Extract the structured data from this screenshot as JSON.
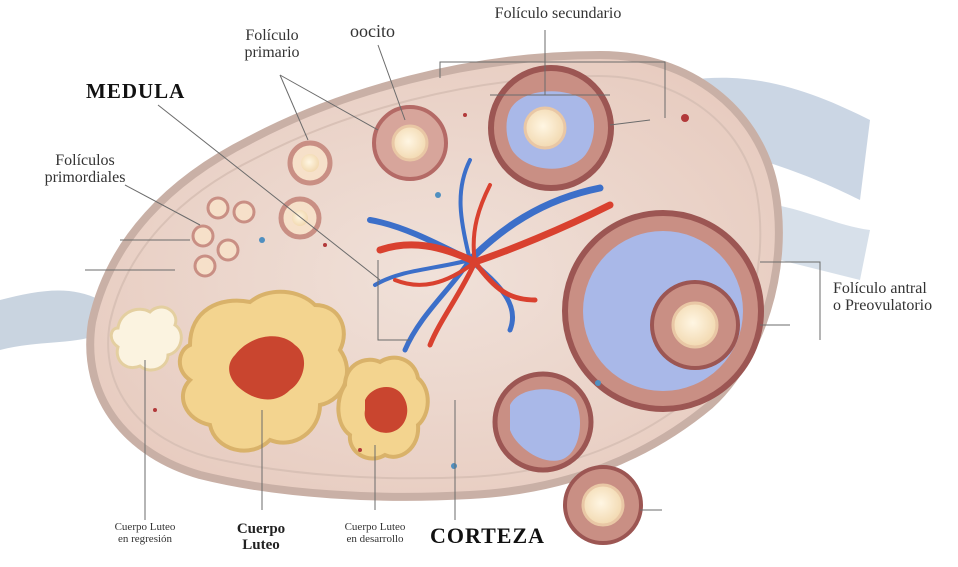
{
  "diagram": {
    "labels": {
      "foliculo_secundario": "Folículo secundario",
      "foliculo_primario_line1": "Folículo",
      "foliculo_primario_line2": "primario",
      "oocito": "oocito",
      "medula": "MEDULA",
      "foliculos_primordiales_line1": "Folículos",
      "foliculos_primordiales_line2": "primordiales",
      "foliculo_antral_line1": "Folículo antral",
      "foliculo_antral_line2": "o Preovulatorio",
      "cuerpo_luteo_regresion_line1": "Cuerpo Luteo",
      "cuerpo_luteo_regresion_line2": "en regresión",
      "cuerpo_luteo_line1": "Cuerpo",
      "cuerpo_luteo_line2": "Luteo",
      "cuerpo_luteo_desarrollo_line1": "Cuerpo Luteo",
      "cuerpo_luteo_desarrollo_line2": "en desarrollo",
      "corteza": "CORTEZA"
    },
    "colors": {
      "ovary_fill": "#eed9cf",
      "capsule": "#c9b0a6",
      "ligament": "#b9c7d8",
      "follicle_wall": "#b46a66",
      "antrum": "#a9b8e8",
      "artery": "#d9412f",
      "vein": "#3c6fc9",
      "luteum_yellow": "#f3d48f",
      "luteum_core": "#c9452f",
      "oocyte": "#fbe7c4"
    }
  }
}
